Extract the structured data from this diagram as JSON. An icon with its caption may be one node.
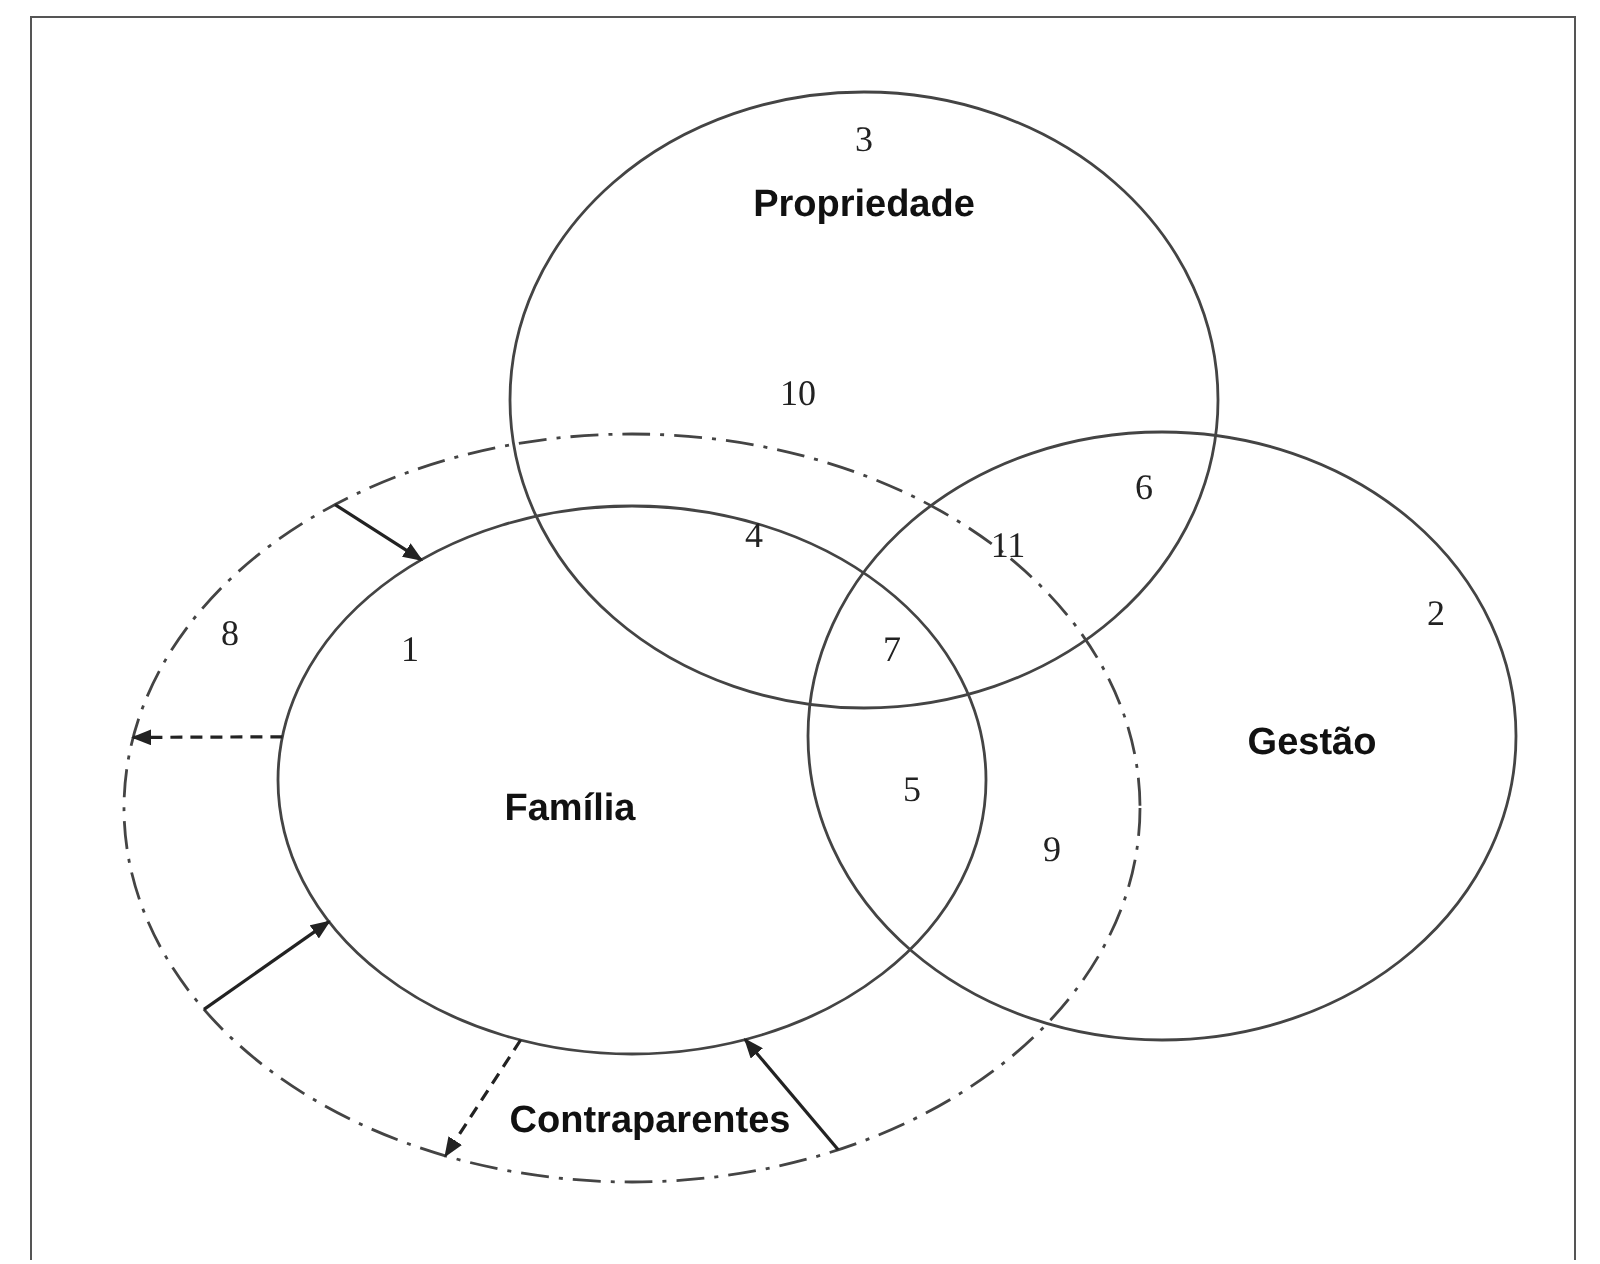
{
  "diagram": {
    "nodes": [
      {
        "text": [
          "Propriedade"
        ]
      },
      {
        "text": [
          "Contraparentes"
        ]
      },
      {
        "text": [
          "Família"
        ],
        "in": 1
      },
      {
        "text": [
          "Gestão"
        ]
      }
    ],
    "edges": [
      {
        "from": 1,
        "to": 2,
        "arrow": "to"
      },
      {
        "from": 2,
        "to": 1,
        "arrow": "to",
        "style": "dashed"
      },
      {
        "from": 1,
        "to": 2,
        "arrow": "to"
      },
      {
        "from": 2,
        "to": 1,
        "arrow": "to",
        "style": "dashed"
      },
      {
        "from": 1,
        "to": 2,
        "arrow": "to"
      }
    ],
    "labels": [
      "3",
      "10",
      "6",
      "2",
      "4",
      "11",
      "8",
      "1",
      "7",
      "5",
      "9"
    ]
  }
}
